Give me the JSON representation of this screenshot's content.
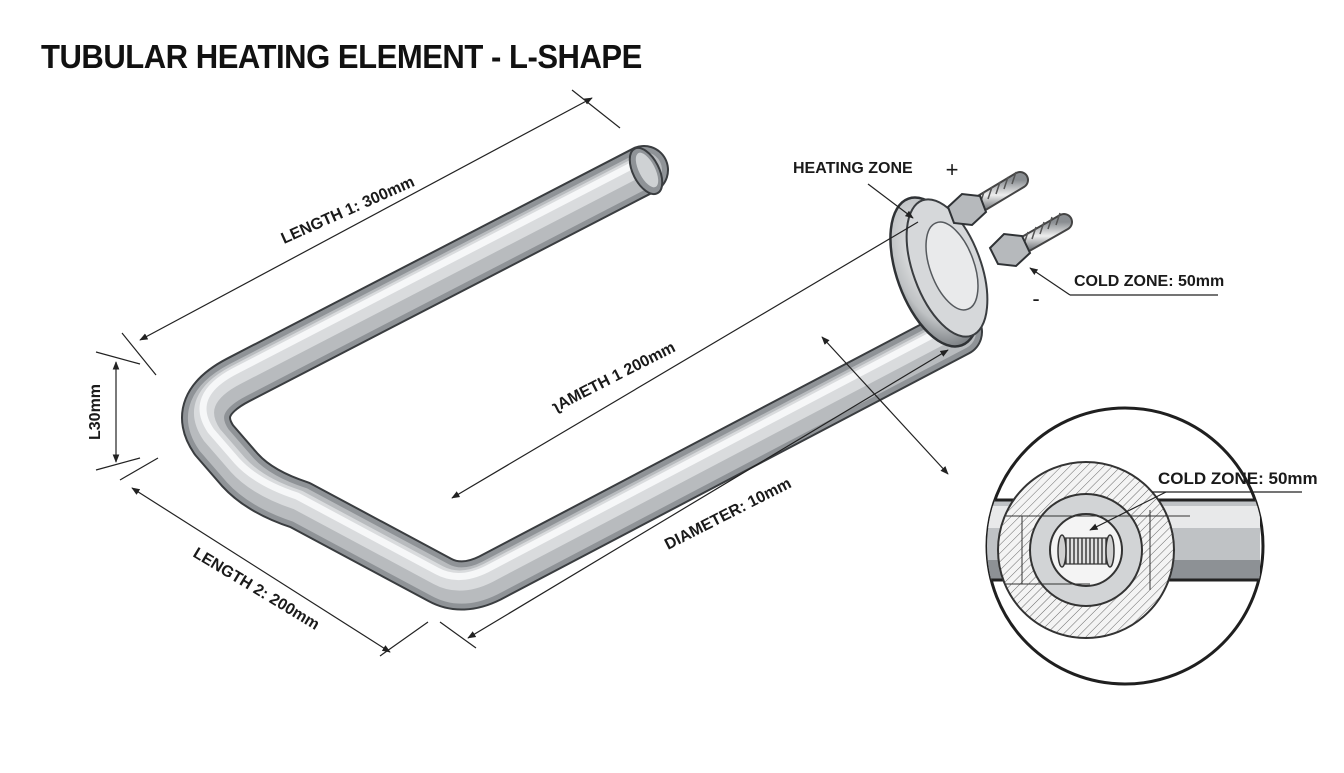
{
  "title": "TUBULAR HEATING ELEMENT - L-SHAPE",
  "labels": {
    "length1": "LENGTH 1: 300mm",
    "length2": "LENGTH 2: 200mm",
    "bend": "L30mm",
    "diameter_mid": "ʅAMETH 1 200mm",
    "diameter": "DIAMETER: 10mm",
    "heating_zone": "HEATING ZONE",
    "cold_zone": "COLD ZONE: 50mm",
    "cold_zone_detail": "COLD ZONE: 50mm",
    "terminal_plus": "+",
    "terminal_minus": "-"
  }
}
